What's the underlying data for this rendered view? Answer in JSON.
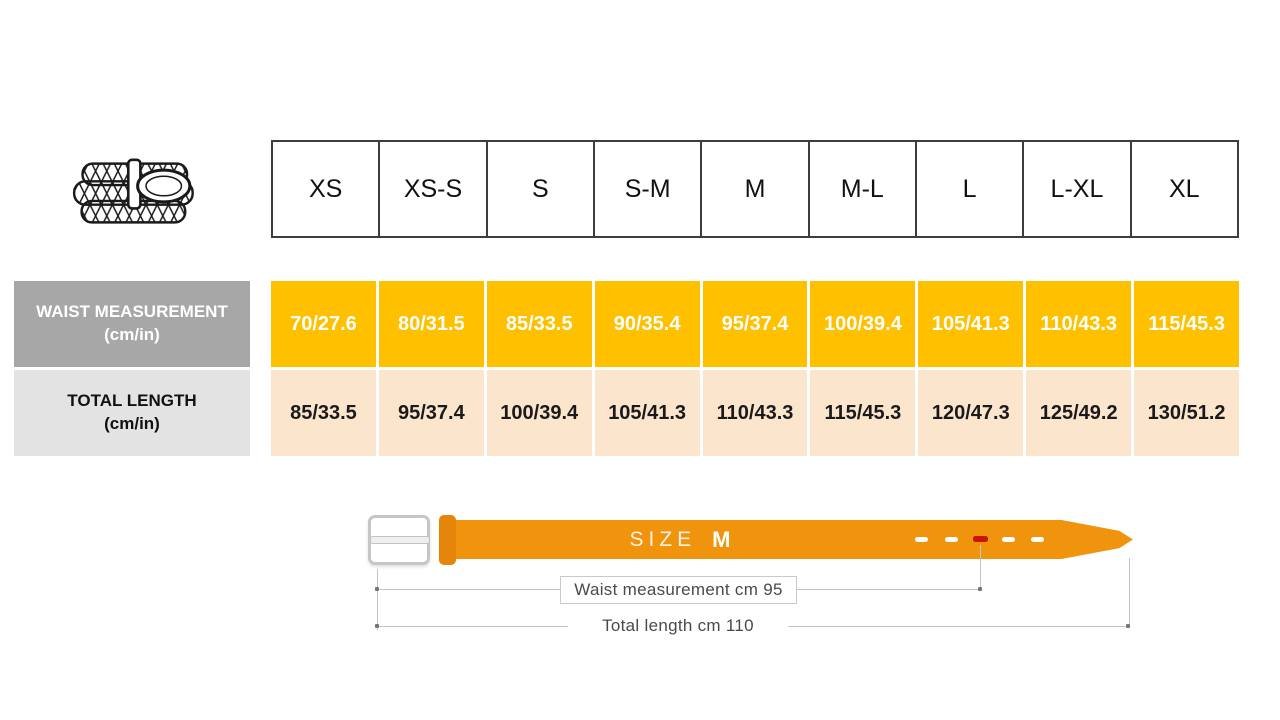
{
  "colors": {
    "header_border": "#3d3d3d",
    "waist_row_bg": "#FFC000",
    "waist_label_bg": "#A7A7A7",
    "total_row_bg": "#FCE5CD",
    "total_label_bg": "#E3E3E3",
    "belt_orange": "#F0930D",
    "keeper_orange": "#E5850A",
    "marked_hole_red": "#C81400"
  },
  "size_table": {
    "sizes": [
      "XS",
      "XS-S",
      "S",
      "S-M",
      "M",
      "M-L",
      "L",
      "L-XL",
      "XL"
    ],
    "rows": [
      {
        "label": "WAIST MEASUREMENT",
        "unit": "(cm/in)",
        "values": [
          "70/27.6",
          "80/31.5",
          "85/33.5",
          "90/35.4",
          "95/37.4",
          "100/39.4",
          "105/41.3",
          "110/43.3",
          "115/45.3"
        ]
      },
      {
        "label": "TOTAL LENGTH",
        "unit": "(cm/in)",
        "values": [
          "85/33.5",
          "95/37.4",
          "100/39.4",
          "105/41.3",
          "110/43.3",
          "115/45.3",
          "120/47.3",
          "125/49.2",
          "130/51.2"
        ]
      }
    ]
  },
  "belt_diagram": {
    "size_label": "SIZE",
    "size_value": "M",
    "waist_dimension_label": "Waist measurement cm 95",
    "total_dimension_label": "Total length cm 110"
  },
  "chart_data": {
    "type": "table",
    "categories": [
      "XS",
      "XS-S",
      "S",
      "S-M",
      "M",
      "M-L",
      "L",
      "L-XL",
      "XL"
    ],
    "series": [
      {
        "name": "WAIST MEASUREMENT (cm/in)",
        "values": [
          "70/27.6",
          "80/31.5",
          "85/33.5",
          "90/35.4",
          "95/37.4",
          "100/39.4",
          "105/41.3",
          "110/43.3",
          "115/45.3"
        ]
      },
      {
        "name": "TOTAL LENGTH (cm/in)",
        "values": [
          "85/33.5",
          "95/37.4",
          "100/39.4",
          "105/41.3",
          "110/43.3",
          "115/45.3",
          "120/47.3",
          "125/49.2",
          "130/51.2"
        ]
      }
    ],
    "annotations": [
      "SIZE M",
      "Waist measurement cm 95",
      "Total length cm 110"
    ]
  }
}
